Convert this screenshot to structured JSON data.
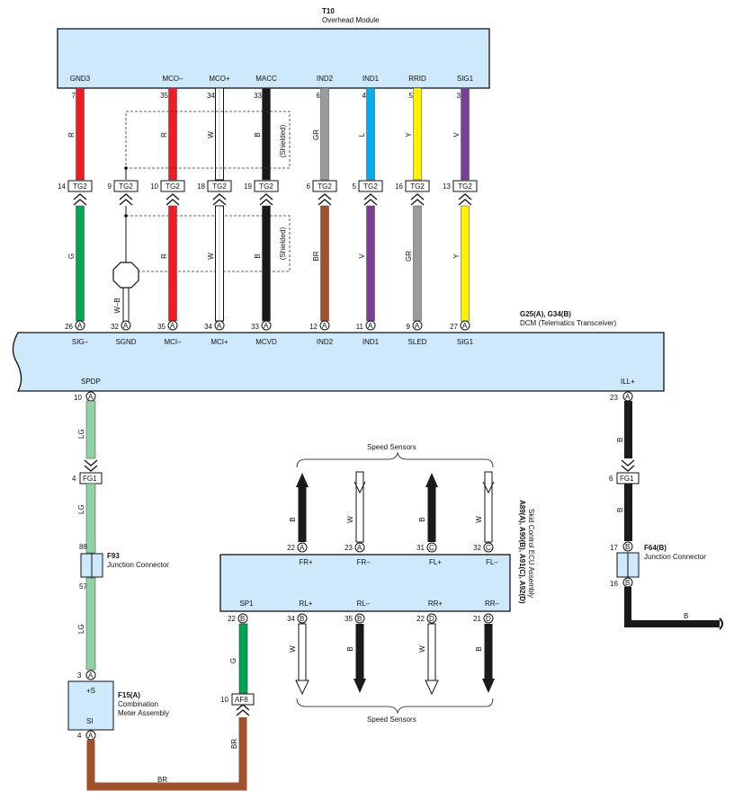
{
  "t10": {
    "id": "T10",
    "name": "Overhead Module",
    "pins": [
      {
        "num": "7",
        "name": "GND3"
      },
      {
        "num": "35",
        "name": "MCO–"
      },
      {
        "num": "34",
        "name": "MCO+"
      },
      {
        "num": "33",
        "name": "MACC"
      },
      {
        "num": "6",
        "name": "IND2"
      },
      {
        "num": "4",
        "name": "IND1"
      },
      {
        "num": "5",
        "name": "RRID"
      },
      {
        "num": "3",
        "name": "SIG1"
      }
    ]
  },
  "upper_wire_codes": [
    "R",
    "R",
    "W",
    "B",
    "GR",
    "L",
    "Y",
    "V"
  ],
  "tg2": {
    "label": "TG2",
    "pins": [
      "14",
      "9",
      "10",
      "18",
      "19",
      "6",
      "5",
      "16",
      "13"
    ]
  },
  "lower_wire_codes": [
    "G",
    "R",
    "W",
    "B",
    "BR",
    "V",
    "GR",
    "Y"
  ],
  "sgnd_wire_code": "W–B",
  "shielded": "(Shielded)",
  "dcm": {
    "id": "G25(A), G34(B)",
    "name": "DCM (Telematics Transceiver)",
    "pins": [
      {
        "num": "26",
        "letter": "A",
        "name": "SIG–"
      },
      {
        "num": "32",
        "letter": "A",
        "name": "SGND"
      },
      {
        "num": "35",
        "letter": "A",
        "name": "MCI–"
      },
      {
        "num": "34",
        "letter": "A",
        "name": "MCI+"
      },
      {
        "num": "33",
        "letter": "A",
        "name": "MCVD"
      },
      {
        "num": "12",
        "letter": "A",
        "name": "IND2"
      },
      {
        "num": "11",
        "letter": "A",
        "name": "IND1"
      },
      {
        "num": "9",
        "letter": "A",
        "name": "SLED"
      },
      {
        "num": "27",
        "letter": "A",
        "name": "SIG1"
      }
    ],
    "bottom_left": {
      "num": "10",
      "letter": "A",
      "name": "SPDP"
    },
    "bottom_right": {
      "num": "23",
      "letter": "A",
      "name": "ILL+"
    }
  },
  "left_branch": {
    "wire_codes": [
      "LG",
      "LG",
      "LG"
    ],
    "fg1": {
      "pin": "4",
      "label": "FG1"
    },
    "f93": {
      "id": "F93",
      "name": "Junction Connector",
      "pin_top": "88",
      "pin_bottom": "57"
    },
    "f15": {
      "id": "F15(A)",
      "name1": "Combination",
      "name2": "Meter Assembly",
      "pin_top": {
        "num": "3",
        "letter": "A",
        "name": "+S"
      },
      "pin_bottom": {
        "num": "4",
        "letter": "A",
        "name": "SI"
      }
    },
    "br_code": "BR",
    "af8": {
      "pin": "10",
      "label": "AF8"
    }
  },
  "right_branch": {
    "wire_codes": [
      "B",
      "B",
      "B"
    ],
    "fg1": {
      "pin": "6",
      "label": "FG1"
    },
    "f64": {
      "id": "F64(B)",
      "name": "Junction Connector",
      "pin_top": {
        "num": "17",
        "letter": "B"
      },
      "pin_bottom": {
        "num": "16",
        "letter": "B"
      }
    }
  },
  "skid": {
    "id": "A89(A), A90(B), A91(C), A92(D)",
    "name": "Skid Control ECU Assembly",
    "top_pins": [
      {
        "num": "22",
        "letter": "A",
        "name": "FR+",
        "code": "B"
      },
      {
        "num": "23",
        "letter": "A",
        "name": "FR–",
        "code": "W"
      },
      {
        "num": "31",
        "letter": "C",
        "name": "FL+",
        "code": "B"
      },
      {
        "num": "32",
        "letter": "C",
        "name": "FL–",
        "code": "W"
      }
    ],
    "bottom_pins": [
      {
        "num": "22",
        "letter": "B",
        "name": "SP1",
        "code": "G"
      },
      {
        "num": "34",
        "letter": "B",
        "name": "RL+",
        "code": "W"
      },
      {
        "num": "35",
        "letter": "B",
        "name": "RL–",
        "code": "B"
      },
      {
        "num": "22",
        "letter": "D",
        "name": "RR+",
        "code": "W"
      },
      {
        "num": "21",
        "letter": "D",
        "name": "RR–",
        "code": "B"
      }
    ],
    "speed_sensors_top": "Speed Sensors",
    "speed_sensors_bottom": "Speed Sensors"
  },
  "colors": {
    "module_fill": "#cde9fb",
    "R": "#ee1c24",
    "G": "#00a651",
    "GR": "#9b9b9b",
    "L": "#00aeef",
    "Y": "#fff200",
    "V": "#7b3f98",
    "BR": "#a0522d",
    "B": "#1a1a1a",
    "LG": "#8fd4a2",
    "W": "#ffffff"
  }
}
